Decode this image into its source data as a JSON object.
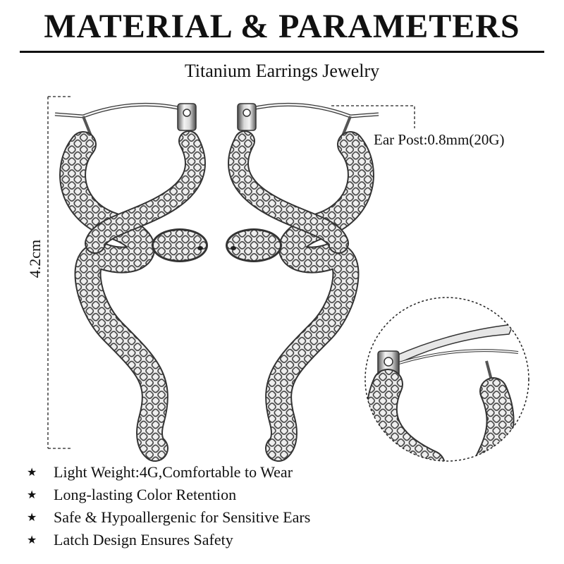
{
  "header": {
    "title": "MATERIAL & PARAMETERS",
    "subtitle": "Titanium Earrings Jewelry"
  },
  "dimensions": {
    "length_label": "4.2cm",
    "ear_post_label": "Ear Post:0.8mm(20G)"
  },
  "features": [
    {
      "icon": "star-icon",
      "text": "Light Weight:4G,Comfortable to Wear"
    },
    {
      "icon": "star-icon",
      "text": "Long-lasting Color Retention"
    },
    {
      "icon": "star-icon",
      "text": "Safe & Hypoallergenic for Sensitive Ears"
    },
    {
      "icon": "star-icon",
      "text": "Latch Design Ensures Safety"
    }
  ],
  "colors": {
    "text": "#111111",
    "metal_light": "#f2f2f2",
    "metal_dark": "#3a3a3a",
    "background": "#ffffff"
  }
}
